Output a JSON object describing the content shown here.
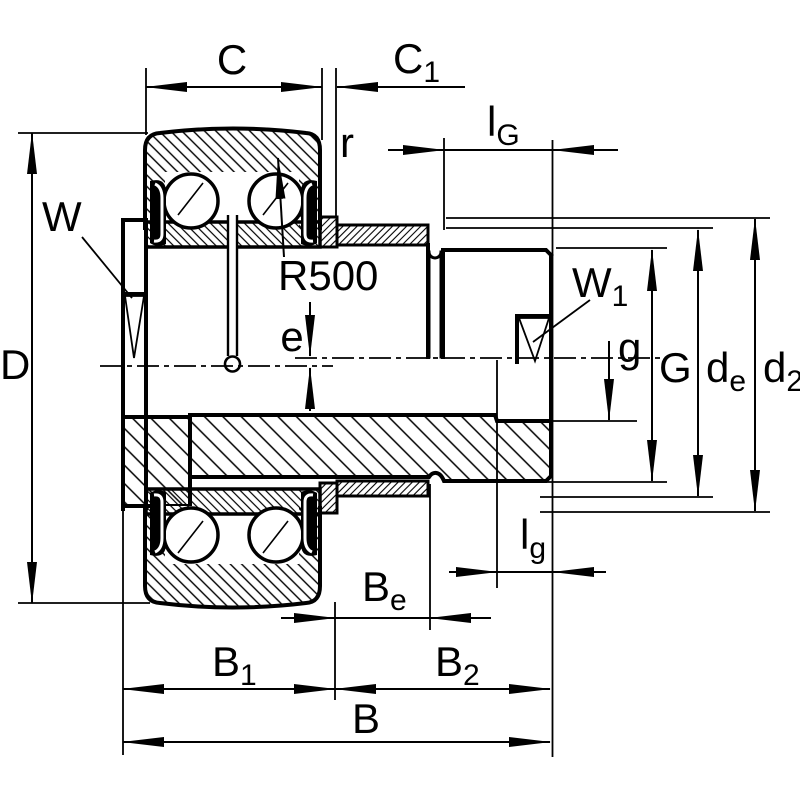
{
  "drawing": {
    "kind": "bearing-cross-section",
    "background_color": "#ffffff",
    "line_color": "#000000"
  },
  "labels": {
    "C": {
      "base": "C",
      "sub": ""
    },
    "C1": {
      "base": "C",
      "sub": "1"
    },
    "r": {
      "base": "r",
      "sub": ""
    },
    "lG": {
      "base": "l",
      "sub": "G"
    },
    "W": {
      "base": "W",
      "sub": ""
    },
    "R500": {
      "base": "R500",
      "sub": ""
    },
    "e": {
      "base": "e",
      "sub": ""
    },
    "W1": {
      "base": "W",
      "sub": "1"
    },
    "g": {
      "base": "g",
      "sub": ""
    },
    "G": {
      "base": "G",
      "sub": ""
    },
    "de": {
      "base": "d",
      "sub": "e"
    },
    "d2": {
      "base": "d",
      "sub": "2"
    },
    "D": {
      "base": "D",
      "sub": ""
    },
    "lg": {
      "base": "l",
      "sub": "g"
    },
    "Be": {
      "base": "B",
      "sub": "e"
    },
    "B1": {
      "base": "B",
      "sub": "1"
    },
    "B2": {
      "base": "B",
      "sub": "2"
    },
    "B": {
      "base": "B",
      "sub": ""
    }
  }
}
